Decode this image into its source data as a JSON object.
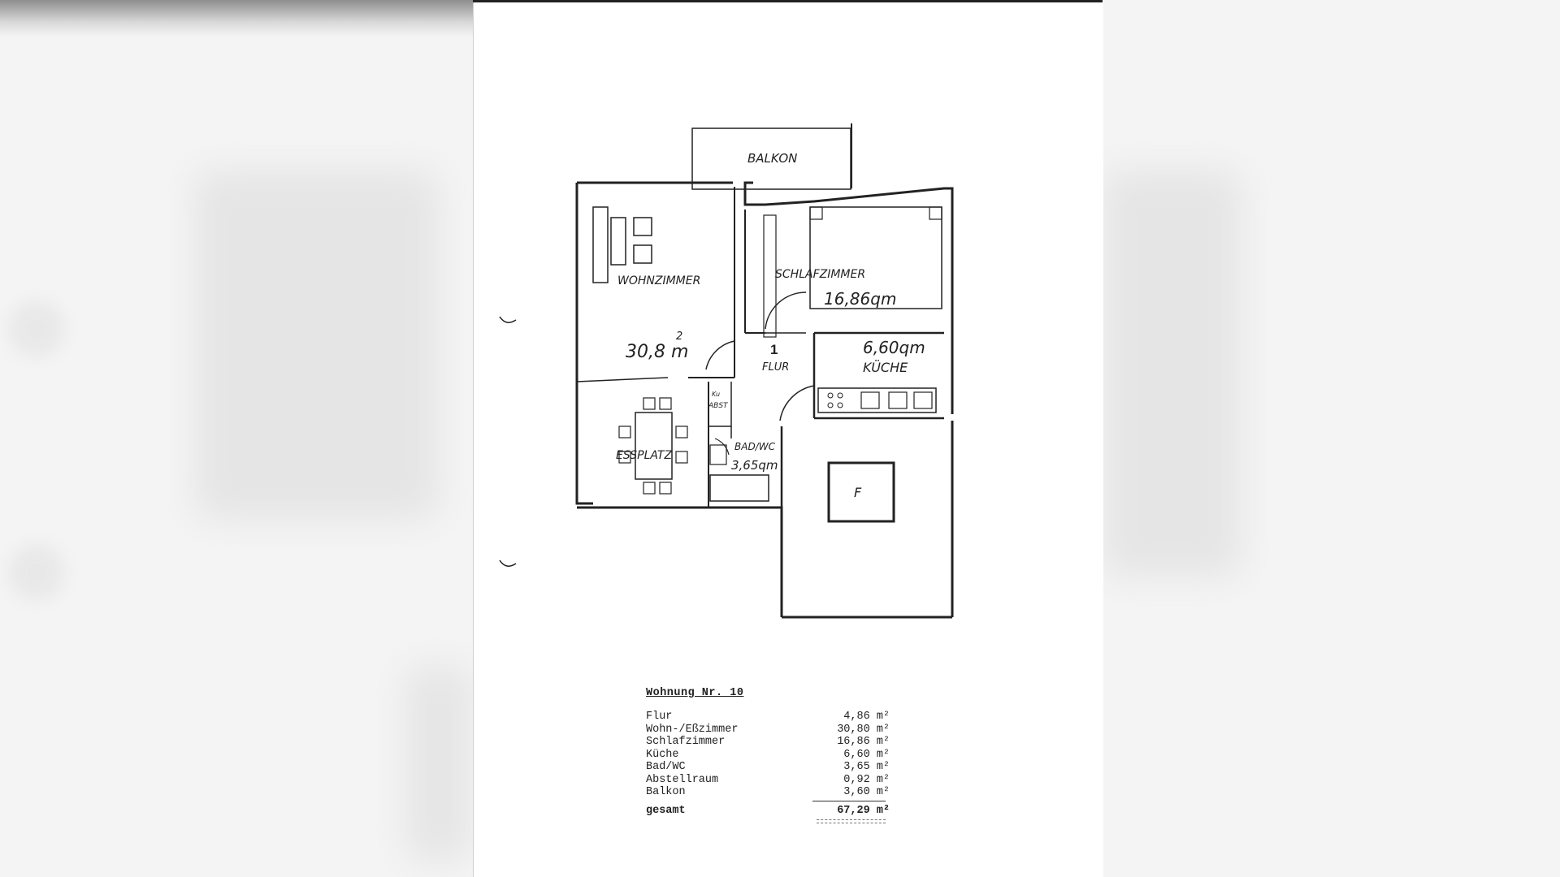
{
  "plan": {
    "rooms": {
      "balcony": "BALKON",
      "living": "WOHNZIMMER",
      "living_area": "30,8 m",
      "living_area_sup": "2",
      "bedroom": "SCHLAFZIMMER",
      "bedroom_area": "16,86qm",
      "hall_number": "1",
      "hall": "FLUR",
      "kitchen_area": "6,60qm",
      "kitchen": "KÜCHE",
      "storage": "ABST",
      "storage_top": "Ku",
      "bath": "BAD/WC",
      "bath_area": "3,65qm",
      "dining": "ESSPLATZ",
      "f_room": "F"
    }
  },
  "table": {
    "title": "Wohnung Nr. 10",
    "rows": [
      {
        "label": "Flur",
        "value": "4,86 m²"
      },
      {
        "label": "Wohn-/Eßzimmer",
        "value": "30,80 m²"
      },
      {
        "label": "Schlafzimmer",
        "value": "16,86 m²"
      },
      {
        "label": "Küche",
        "value": "6,60 m²"
      },
      {
        "label": "Bad/WC",
        "value": "3,65 m²"
      },
      {
        "label": "Abstellraum",
        "value": "0,92 m²"
      },
      {
        "label": "Balkon",
        "value": "3,60 m²"
      }
    ],
    "total_label": "gesamt",
    "total_value": "67,29 m²"
  }
}
